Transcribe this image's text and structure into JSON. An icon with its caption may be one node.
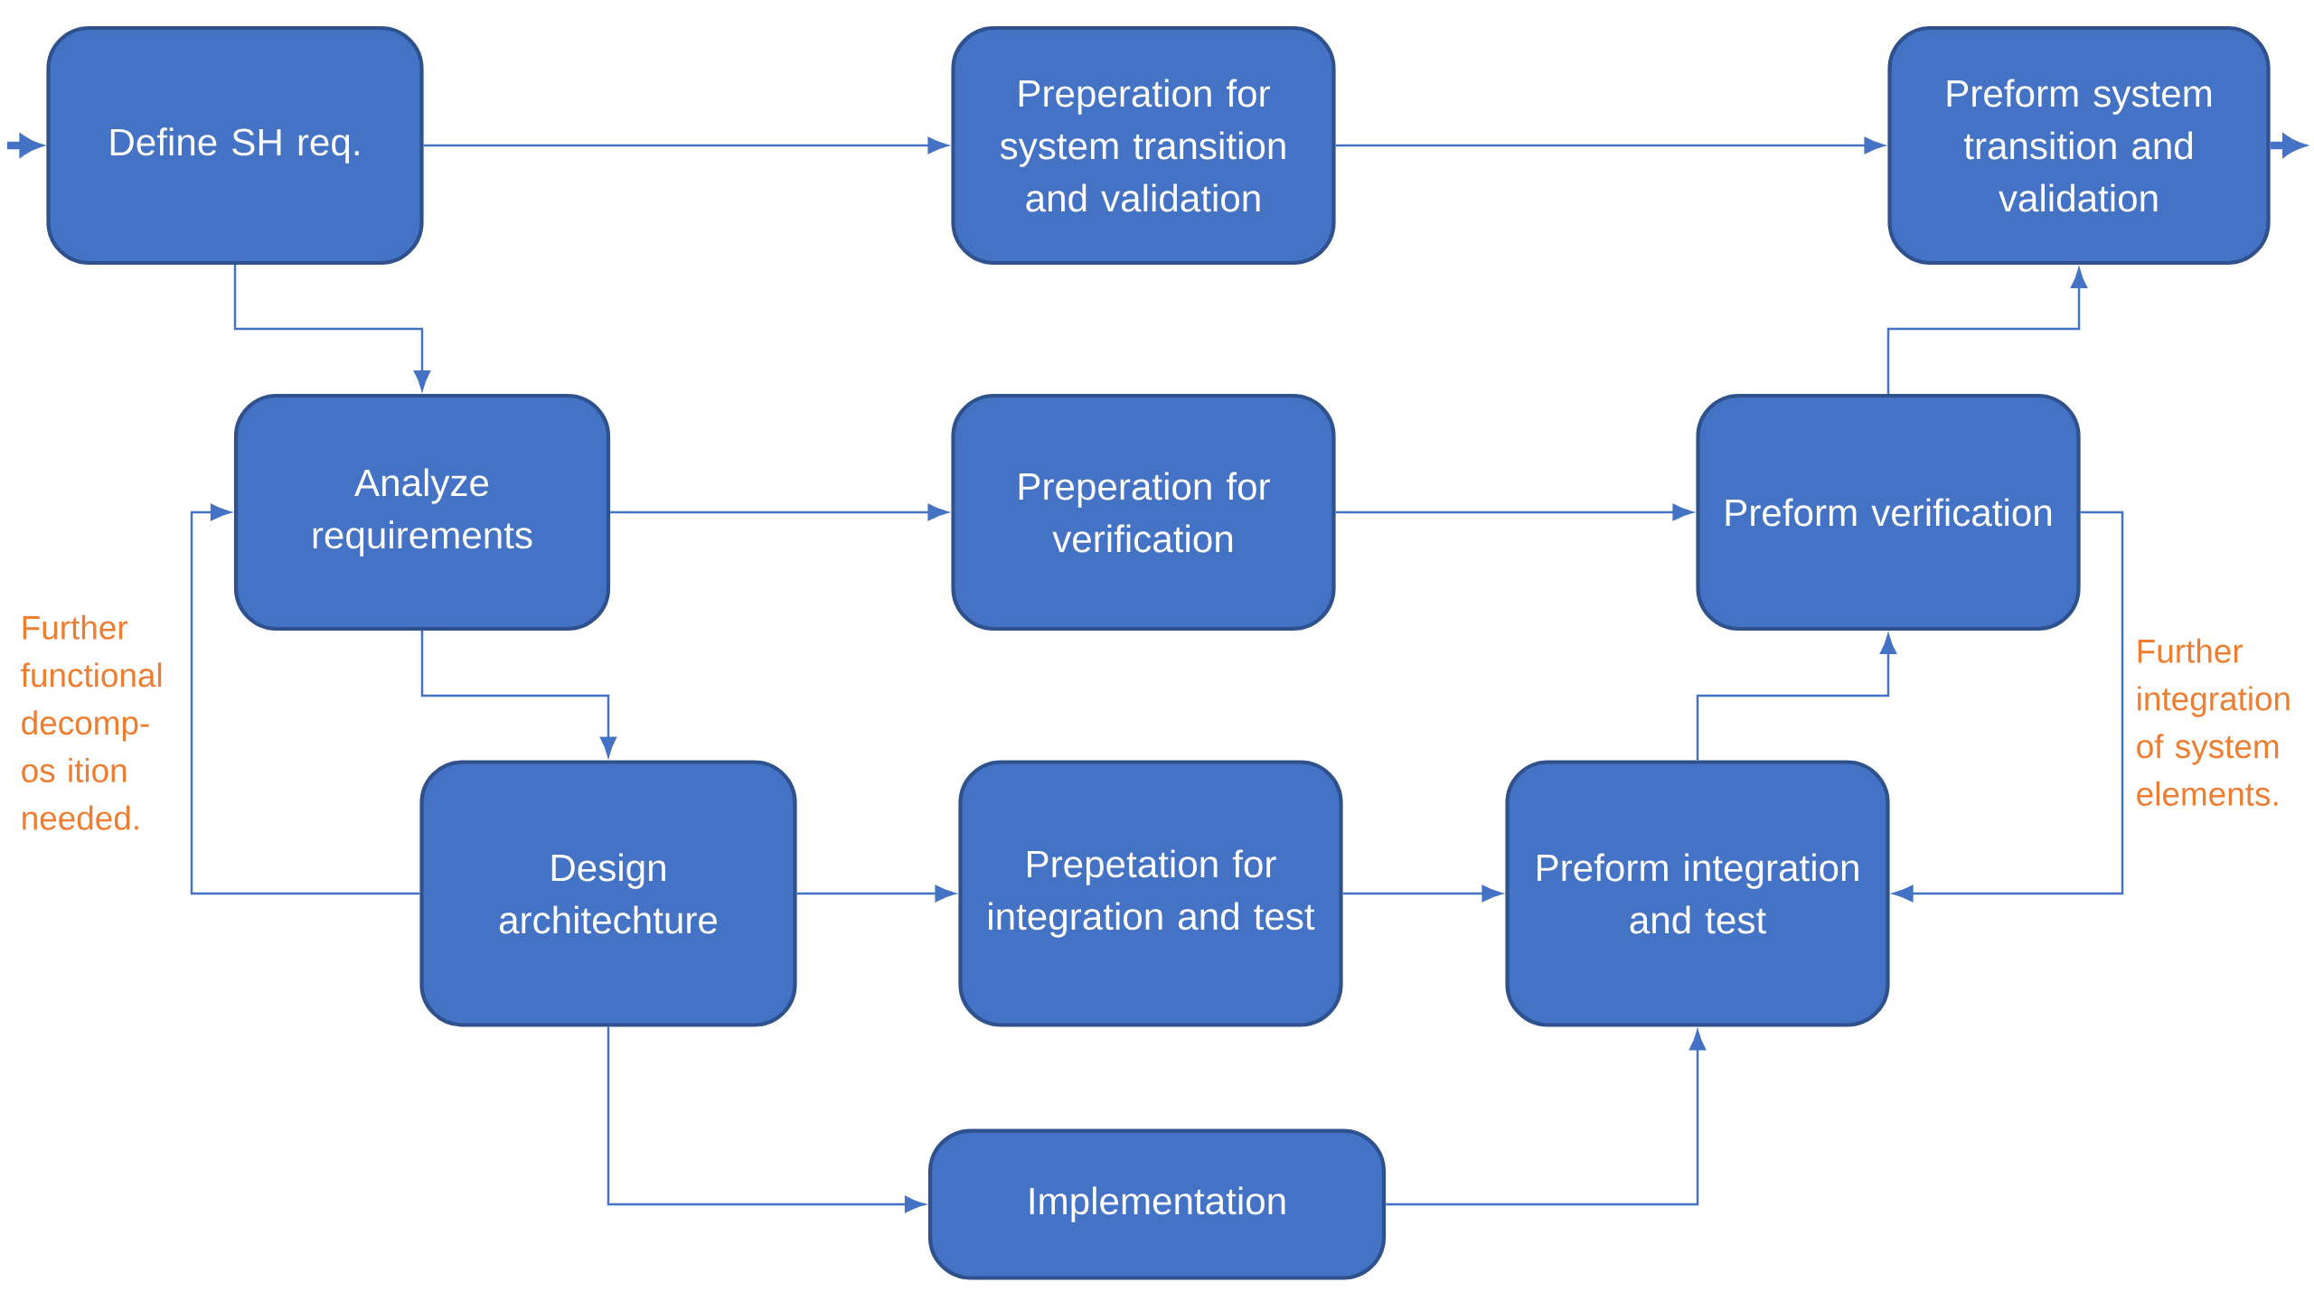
{
  "diagram": {
    "nodes": [
      {
        "text": [
          "Define SH req."
        ]
      },
      {
        "text": [
          "Preperation for system transition and validation"
        ]
      },
      {
        "text": [
          "Preform system transition and validation"
        ]
      },
      {
        "text": [
          "Analyze requirements"
        ]
      },
      {
        "text": [
          "Preperation for verification"
        ]
      },
      {
        "text": [
          "Preform verification"
        ]
      },
      {
        "text": [
          "Design architechture"
        ]
      },
      {
        "text": [
          "Prepetation for integration and test"
        ]
      },
      {
        "text": [
          "Preform integration and test"
        ]
      },
      {
        "text": [
          "Implementation"
        ]
      }
    ],
    "edges": [
      {
        "from": null,
        "to": 0,
        "arrow": "to",
        "style": "thick"
      },
      {
        "from": 0,
        "to": 1,
        "arrow": "to"
      },
      {
        "from": 1,
        "to": 2,
        "arrow": "to"
      },
      {
        "from": 2,
        "to": null,
        "arrow": "to",
        "style": "thick"
      },
      {
        "from": 0,
        "to": 3,
        "arrow": "to"
      },
      {
        "from": 3,
        "to": 4,
        "arrow": "to"
      },
      {
        "from": 4,
        "to": 5,
        "arrow": "to"
      },
      {
        "from": 5,
        "to": 2,
        "arrow": "to"
      },
      {
        "from": 3,
        "to": 6,
        "arrow": "to"
      },
      {
        "from": 6,
        "to": 3,
        "arrow": "to"
      },
      {
        "from": 6,
        "to": 7,
        "arrow": "to"
      },
      {
        "from": 7,
        "to": 8,
        "arrow": "to"
      },
      {
        "from": 8,
        "to": 5,
        "arrow": "to"
      },
      {
        "from": 5,
        "to": 8,
        "arrow": "to"
      },
      {
        "from": 6,
        "to": 9,
        "arrow": "to"
      },
      {
        "from": 9,
        "to": 8,
        "arrow": "to"
      }
    ],
    "labels": [
      "Further functional decomp-os ition needed.",
      "Further integration of system elements."
    ]
  }
}
